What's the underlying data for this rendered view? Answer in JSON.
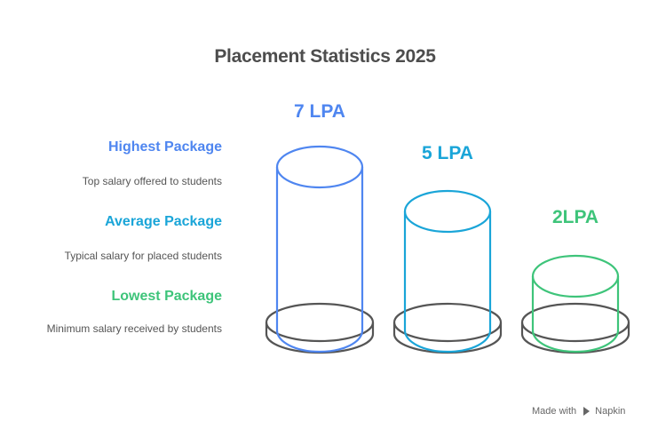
{
  "title": "Placement Statistics 2025",
  "items": [
    {
      "label": "Highest Package",
      "description": "Top salary offered to students",
      "value_label": "7 LPA",
      "value": 7,
      "color": "#4f86f0"
    },
    {
      "label": "Average Package",
      "description": "Typical salary for placed students",
      "value_label": "5 LPA",
      "value": 5,
      "color": "#1aa5d8"
    },
    {
      "label": "Lowest Package",
      "description": "Minimum salary received by students",
      "value_label": "2LPA",
      "value": 2,
      "color": "#3ec47a"
    }
  ],
  "footer": {
    "made_with": "Made with",
    "brand": "Napkin",
    "icon": "napkin-logo-icon"
  },
  "colors": {
    "title": "#4d4d4d",
    "base": "#555555",
    "description": "#555555"
  }
}
